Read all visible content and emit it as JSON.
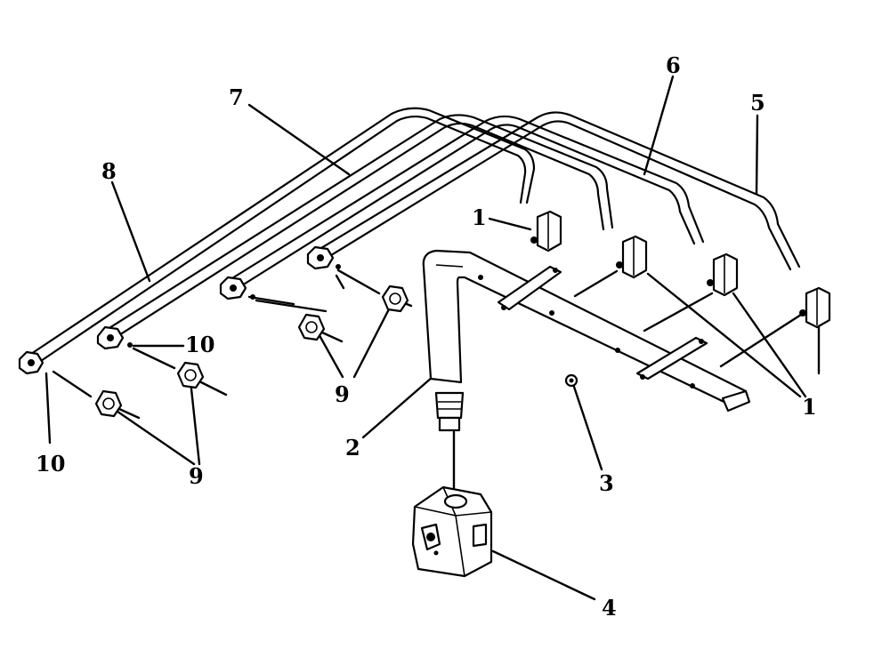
{
  "callouts": {
    "c1_top": "1",
    "c1_bottom": "1",
    "c2": "2",
    "c3": "3",
    "c4": "4",
    "c5": "5",
    "c6": "6",
    "c7": "7",
    "c8": "8",
    "c9_center": "9",
    "c9_bottom": "9",
    "c10_right": "10",
    "c10_left": "10"
  }
}
